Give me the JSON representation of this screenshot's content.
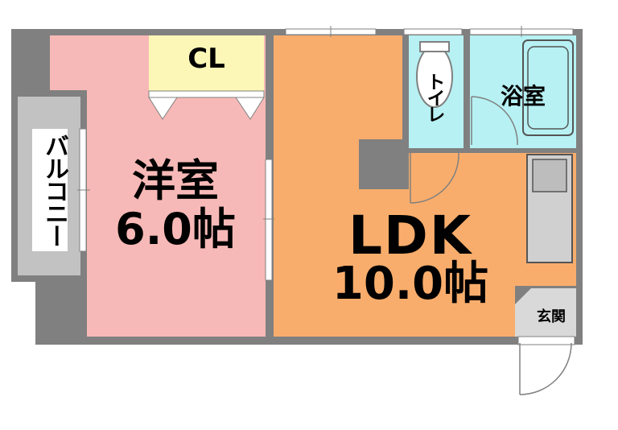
{
  "rooms": {
    "closet": {
      "label": "CL",
      "color": "#fcf7b6"
    },
    "western_room": {
      "label": "洋室",
      "size": "6.0帖",
      "color": "#f7b9b7"
    },
    "ldk": {
      "label": "LDK",
      "size": "10.0帖",
      "color": "#f9ad6c"
    },
    "toilet": {
      "label": "トイレ",
      "color": "#b7f1f3"
    },
    "bathroom": {
      "label": "浴室",
      "color": "#b7f1f3"
    },
    "entrance": {
      "label": "玄関",
      "color": "#d9d9d9"
    },
    "balcony": {
      "label": "バルコニー",
      "color": "#c2c2c2"
    }
  },
  "colors": {
    "wall": "#808080",
    "fixture_gray": "#7f7f7f"
  }
}
